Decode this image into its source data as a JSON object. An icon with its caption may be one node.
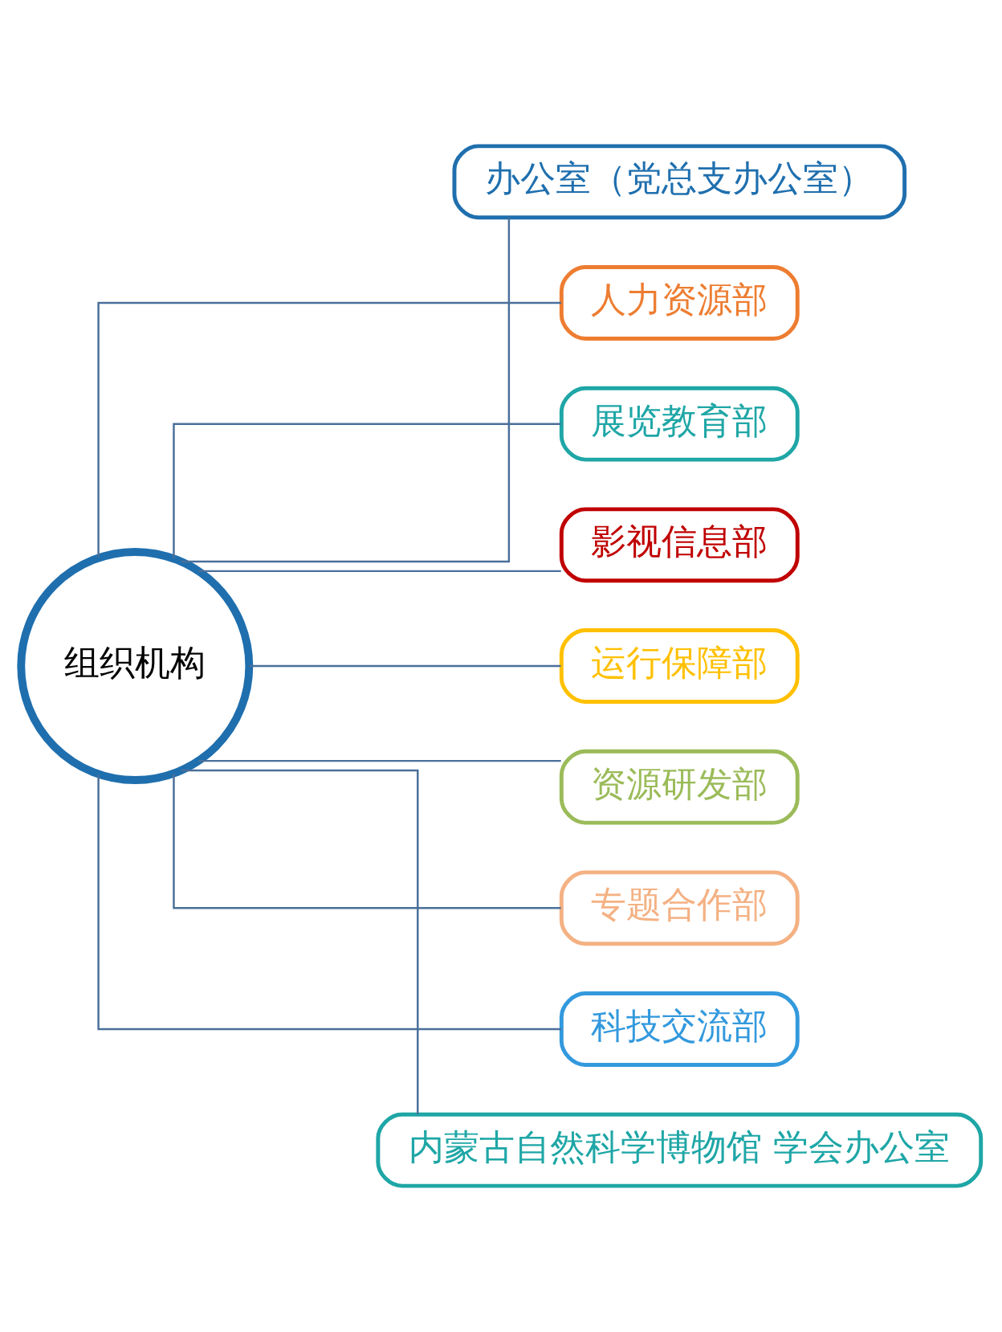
{
  "diagram": {
    "nodes": [
      {
        "text": [
          "组织机构"
        ]
      },
      {
        "text": [
          "办公室（党总支办公室）"
        ]
      },
      {
        "text": [
          "人力资源部"
        ]
      },
      {
        "text": [
          "展览教育部"
        ]
      },
      {
        "text": [
          "影视信息部"
        ]
      },
      {
        "text": [
          "运行保障部"
        ]
      },
      {
        "text": [
          "资源研发部"
        ]
      },
      {
        "text": [
          "专题合作部"
        ]
      },
      {
        "text": [
          "科技交流部"
        ]
      },
      {
        "text": [
          "内蒙古自然科学博物馆 学会办公室"
        ]
      }
    ],
    "edges": [
      {
        "from": 0,
        "to": 1,
        "arrow": "none"
      },
      {
        "from": 0,
        "to": 2,
        "arrow": "none"
      },
      {
        "from": 0,
        "to": 3,
        "arrow": "none"
      },
      {
        "from": 0,
        "to": 4,
        "arrow": "none"
      },
      {
        "from": 0,
        "to": 5,
        "arrow": "none"
      },
      {
        "from": 0,
        "to": 6,
        "arrow": "none"
      },
      {
        "from": 0,
        "to": 7,
        "arrow": "none"
      },
      {
        "from": 0,
        "to": 8,
        "arrow": "none"
      },
      {
        "from": 0,
        "to": 9,
        "arrow": "none"
      }
    ]
  }
}
